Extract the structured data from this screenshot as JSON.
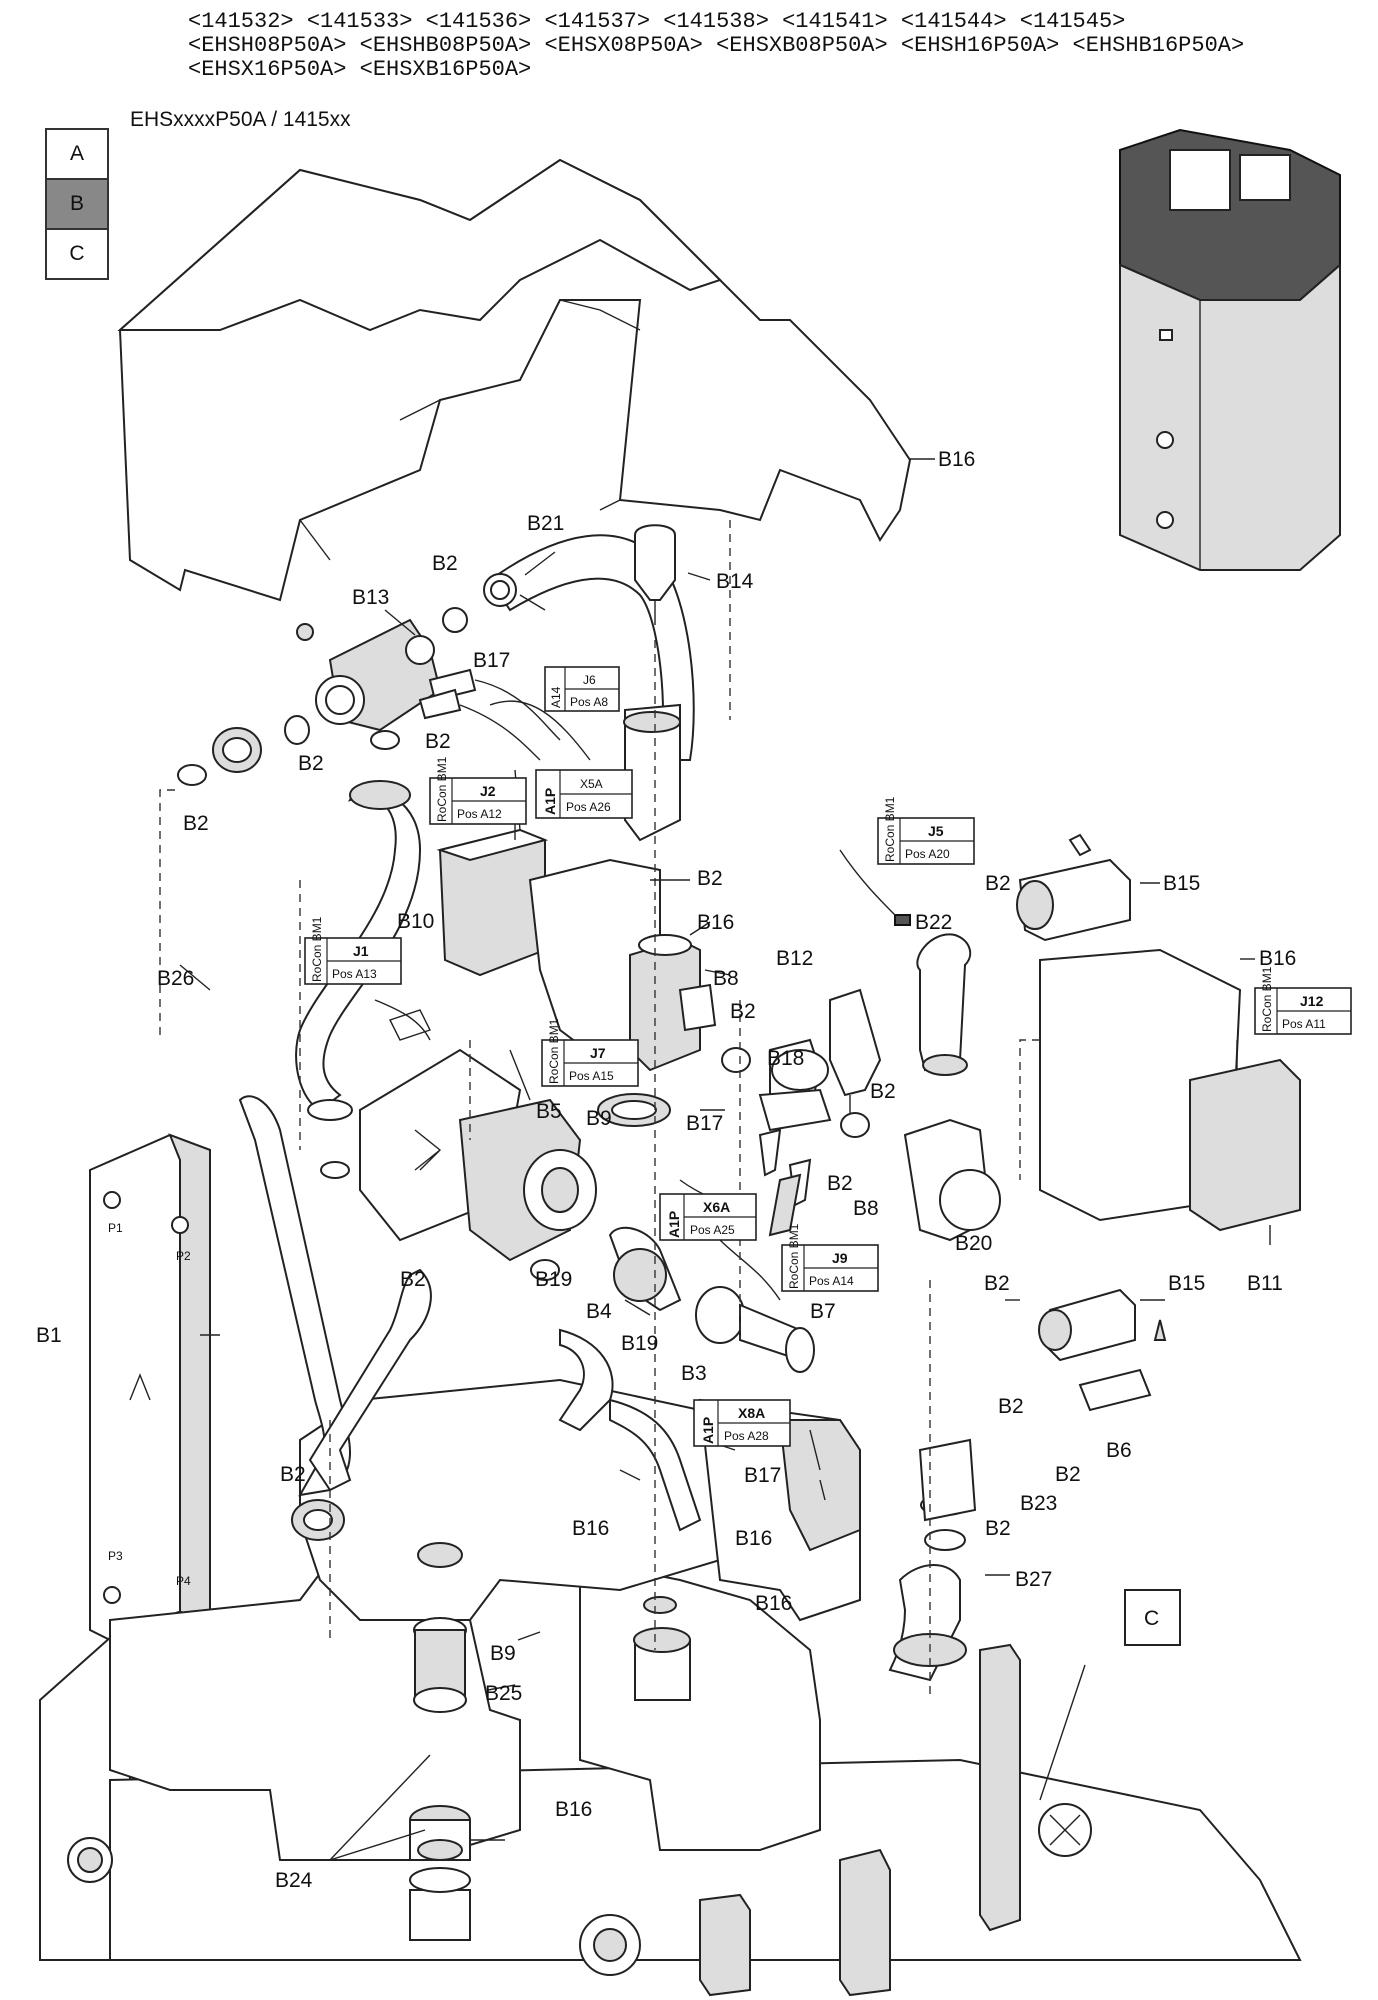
{
  "header": {
    "line1": "<141532> <141533> <141536> <141537> <141538> <141541> <141544> <141545>",
    "line2": "<EHSH08P50A> <EHSHB08P50A> <EHSX08P50A> <EHSXB08P50A> <EHSH16P50A> <EHSHB16P50A>",
    "line3": "<EHSX16P50A> <EHSXB16P50A>"
  },
  "subtitle": "EHSxxxxP50A / 1415xx",
  "sections": [
    {
      "label": "A",
      "active": false
    },
    {
      "label": "B",
      "active": true
    },
    {
      "label": "C",
      "active": false
    }
  ],
  "labels": {
    "B1": "B1",
    "B2": "B2",
    "B3": "B3",
    "B4": "B4",
    "B5": "B5",
    "B6": "B6",
    "B7": "B7",
    "B8": "B8",
    "B9": "B9",
    "B10": "B10",
    "B11": "B11",
    "B12": "B12",
    "B13": "B13",
    "B14": "B14",
    "B15": "B15",
    "B16": "B16",
    "B17": "B17",
    "B18": "B18",
    "B19": "B19",
    "B20": "B20",
    "B21": "B21",
    "B22": "B22",
    "B23": "B23",
    "B24": "B24",
    "B25": "B25",
    "B26": "B26",
    "B27": "B27",
    "C": "C"
  },
  "connectors": [
    {
      "id": "J6",
      "side": "A14",
      "pos": "Pos A8"
    },
    {
      "id": "X5A",
      "side": "A1P",
      "pos": "Pos A26"
    },
    {
      "id": "J2",
      "side": "RoCon BM1",
      "pos": "Pos A12"
    },
    {
      "id": "J5",
      "side": "RoCon BM1",
      "pos": "Pos A20"
    },
    {
      "id": "J1",
      "side": "RoCon BM1",
      "pos": "Pos A13"
    },
    {
      "id": "J7",
      "side": "RoCon BM1",
      "pos": "Pos A15"
    },
    {
      "id": "J12",
      "side": "RoCon BM1",
      "pos": "Pos A11"
    },
    {
      "id": "X6A",
      "side": "A1P",
      "pos": "Pos A25"
    },
    {
      "id": "J9",
      "side": "RoCon BM1",
      "pos": "Pos A14"
    },
    {
      "id": "X8A",
      "side": "A1P",
      "pos": "Pos A28"
    }
  ],
  "heat_exchanger_ports": [
    "P1",
    "P2",
    "P3",
    "P4"
  ]
}
